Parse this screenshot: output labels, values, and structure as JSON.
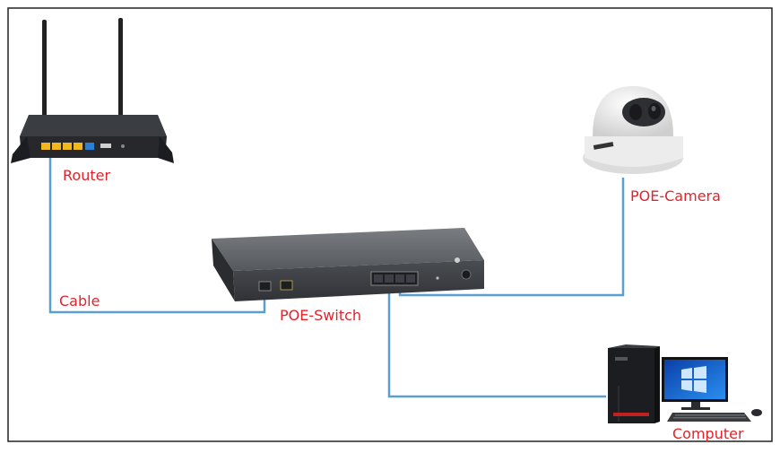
{
  "labels": {
    "router": "Router",
    "cable": "Cable",
    "switch": "POE-Switch",
    "camera": "POE-Camera",
    "computer": "Computer"
  },
  "colors": {
    "label_text": "#e0242c",
    "cable_line": "#5a9fd0",
    "frame_border": "#222222",
    "device_dark": "#2b2d31",
    "switch_body": "#55585c",
    "port_yellow": "#f0b81e",
    "port_blue": "#2a7fd6",
    "camera_white": "#f3f3f3",
    "screen_blue": "#1e6fd9"
  },
  "icons": [
    "router-icon",
    "poe-switch-icon",
    "poe-camera-icon",
    "computer-icon"
  ]
}
